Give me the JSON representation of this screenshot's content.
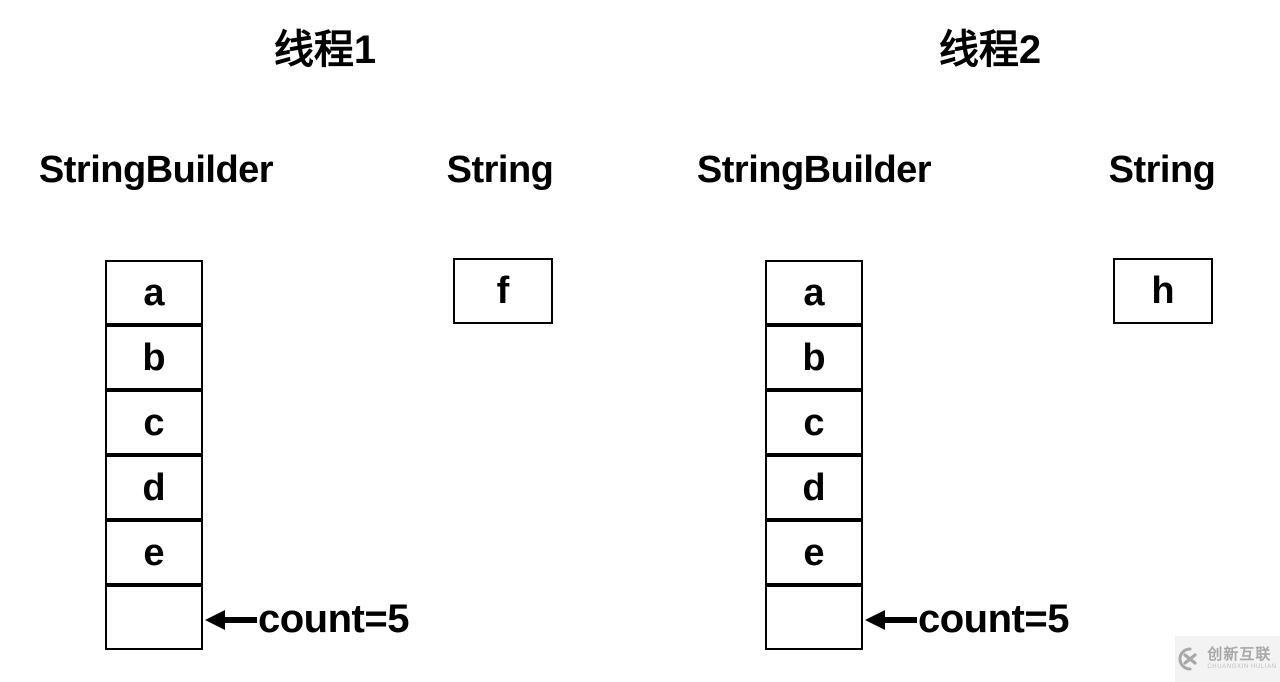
{
  "threads": [
    {
      "title": "线程1",
      "stringbuilder_label": "StringBuilder",
      "string_label": "String",
      "buffer_cells": [
        "a",
        "b",
        "c",
        "d",
        "e",
        ""
      ],
      "string_value": "f",
      "count_label": "count=5"
    },
    {
      "title": "线程2",
      "stringbuilder_label": "StringBuilder",
      "string_label": "String",
      "buffer_cells": [
        "a",
        "b",
        "c",
        "d",
        "e",
        ""
      ],
      "string_value": "h",
      "count_label": "count=5"
    }
  ],
  "watermark": {
    "logo_icon": "cx-circle-x-logo",
    "name": "创新互联",
    "subtitle": "CHUANGXIN HULIAN"
  },
  "colors": {
    "background": "#ffffff",
    "text": "#000000",
    "box_border": "#000000",
    "watermark_bg": "#f3f3f3",
    "watermark_fg": "#a8a8a8"
  }
}
